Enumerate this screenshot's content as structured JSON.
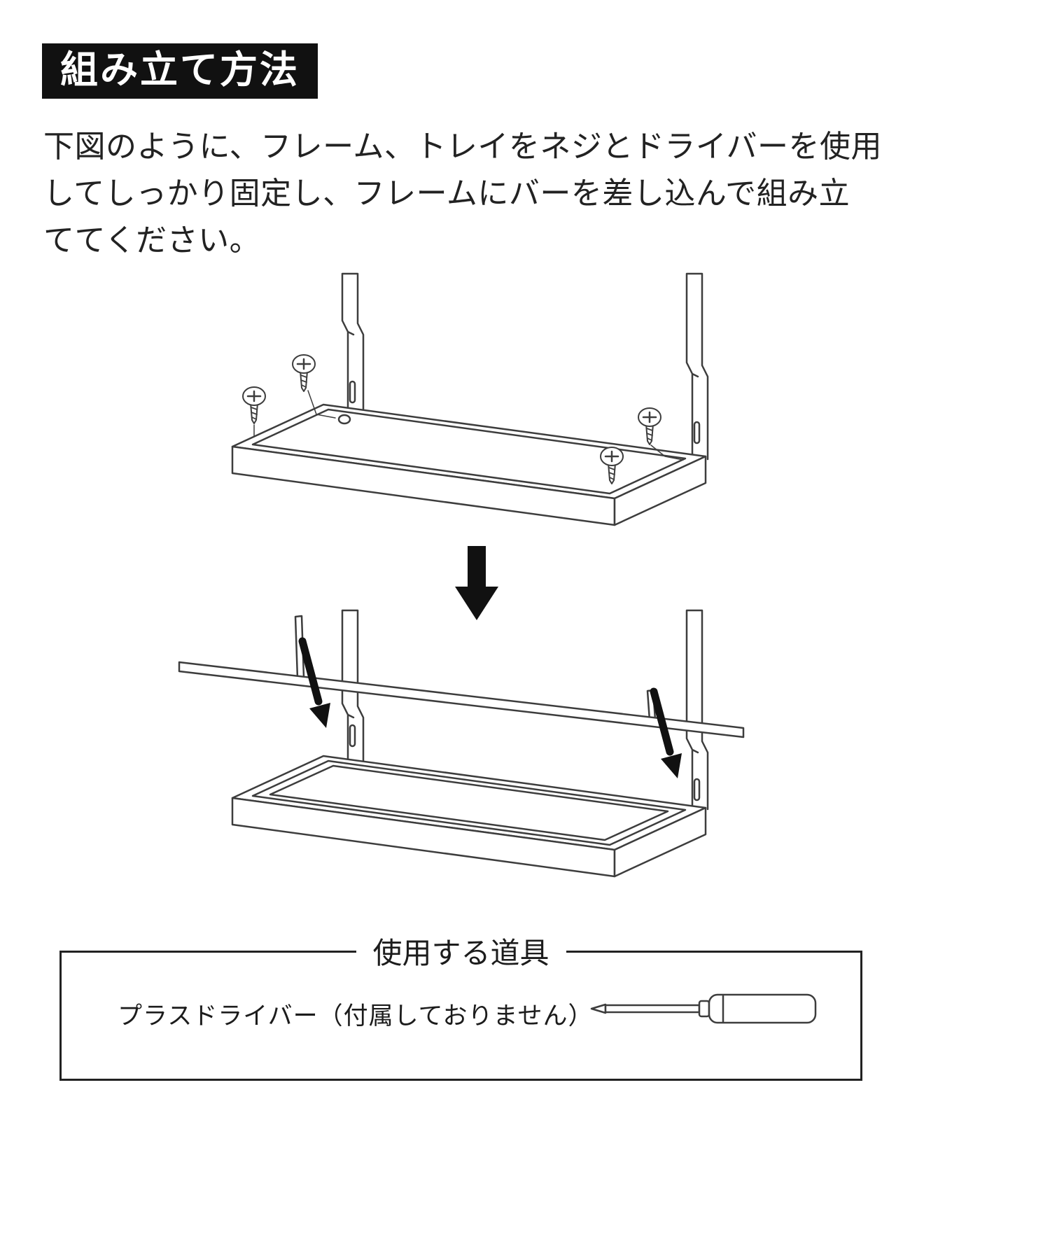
{
  "header": {
    "title": "組み立て方法"
  },
  "instructions": {
    "lines": [
      "下図のように、フレーム、トレイをネジとドライバーを使用",
      "してしっかり固定し、フレームにバーを差し込んで組み立",
      "ててください。"
    ]
  },
  "tools_box": {
    "title": "使用する道具",
    "item": "プラスドライバー（付属しておりません）"
  },
  "icons": {
    "screw": "phillips-screw-icon",
    "down_arrow": "down-arrow-icon",
    "insert_arrow": "insert-direction-arrow-icon",
    "screwdriver": "phillips-screwdriver-icon"
  },
  "colors": {
    "header_bg": "#111111",
    "header_text": "#ffffff",
    "line_art": "#3d3d3d",
    "arrow": "#111111"
  }
}
